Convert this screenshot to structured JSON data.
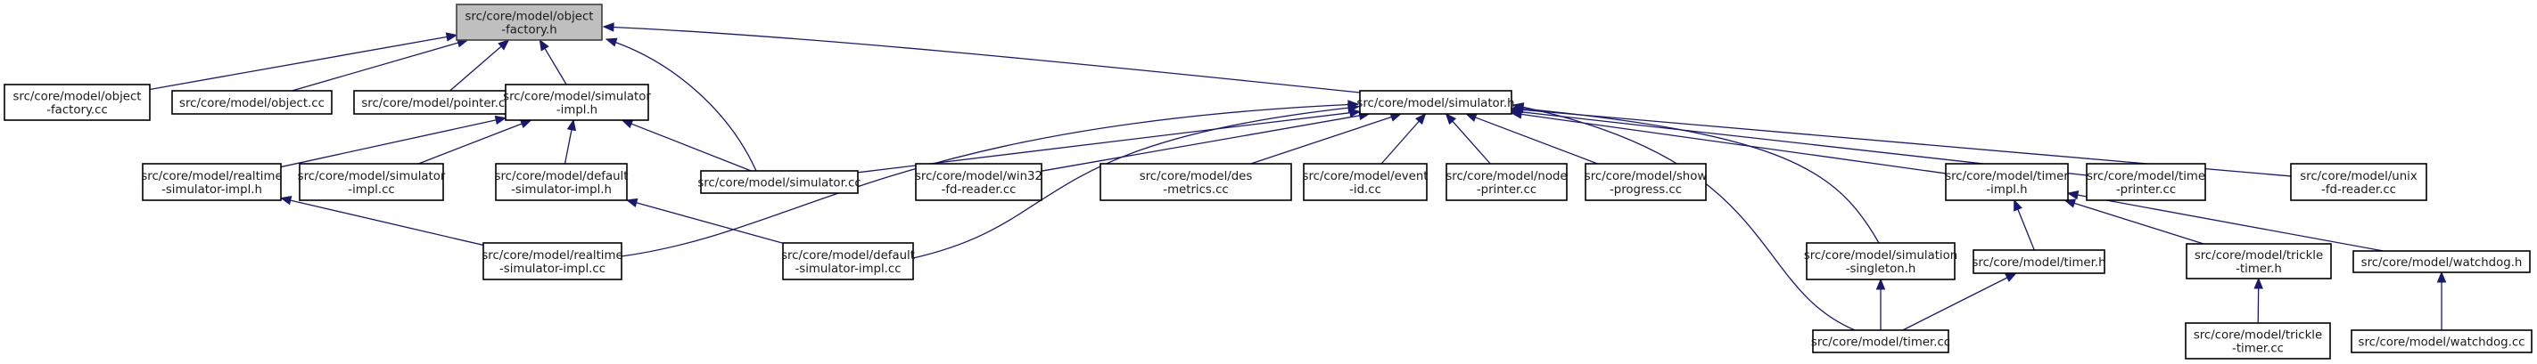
{
  "diagram": {
    "type": "include-dependency-graph",
    "focus_node": "object-factory.h",
    "colors": {
      "edge": "#191970",
      "focus_fill": "#bfbfbf",
      "node_fill": "#ffffff",
      "node_border": "#000000"
    },
    "nodes": [
      {
        "id": "object-factory.h",
        "lines": [
          "src/core/model/object",
          "-factory.h"
        ]
      },
      {
        "id": "object-factory.cc",
        "lines": [
          "src/core/model/object",
          "-factory.cc"
        ]
      },
      {
        "id": "object.cc",
        "lines": [
          "src/core/model/object.cc"
        ]
      },
      {
        "id": "pointer.cc",
        "lines": [
          "src/core/model/pointer.cc"
        ]
      },
      {
        "id": "simulator-impl.h",
        "lines": [
          "src/core/model/simulator",
          "-impl.h"
        ]
      },
      {
        "id": "simulator.h",
        "lines": [
          "src/core/model/simulator.h"
        ]
      },
      {
        "id": "realtime-simulator-impl.h",
        "lines": [
          "src/core/model/realtime",
          "-simulator-impl.h"
        ]
      },
      {
        "id": "simulator-impl.cc",
        "lines": [
          "src/core/model/simulator",
          "-impl.cc"
        ]
      },
      {
        "id": "default-simulator-impl.h",
        "lines": [
          "src/core/model/default",
          "-simulator-impl.h"
        ]
      },
      {
        "id": "simulator.cc",
        "lines": [
          "src/core/model/simulator.cc"
        ]
      },
      {
        "id": "win32-fd-reader.cc",
        "lines": [
          "src/core/model/win32",
          "-fd-reader.cc"
        ]
      },
      {
        "id": "des-metrics.cc",
        "lines": [
          "src/core/model/des",
          "-metrics.cc"
        ]
      },
      {
        "id": "event-id.cc",
        "lines": [
          "src/core/model/event",
          "-id.cc"
        ]
      },
      {
        "id": "node-printer.cc",
        "lines": [
          "src/core/model/node",
          "-printer.cc"
        ]
      },
      {
        "id": "show-progress.cc",
        "lines": [
          "src/core/model/show",
          "-progress.cc"
        ]
      },
      {
        "id": "timer-impl.h",
        "lines": [
          "src/core/model/timer",
          "-impl.h"
        ]
      },
      {
        "id": "time-printer.cc",
        "lines": [
          "src/core/model/time",
          "-printer.cc"
        ]
      },
      {
        "id": "unix-fd-reader.cc",
        "lines": [
          "src/core/model/unix",
          "-fd-reader.cc"
        ]
      },
      {
        "id": "realtime-simulator-impl.cc",
        "lines": [
          "src/core/model/realtime",
          "-simulator-impl.cc"
        ]
      },
      {
        "id": "default-simulator-impl.cc",
        "lines": [
          "src/core/model/default",
          "-simulator-impl.cc"
        ]
      },
      {
        "id": "simulation-singleton.h",
        "lines": [
          "src/core/model/simulation",
          "-singleton.h"
        ]
      },
      {
        "id": "timer.h",
        "lines": [
          "src/core/model/timer.h"
        ]
      },
      {
        "id": "trickle-timer.h",
        "lines": [
          "src/core/model/trickle",
          "-timer.h"
        ]
      },
      {
        "id": "watchdog.h",
        "lines": [
          "src/core/model/watchdog.h"
        ]
      },
      {
        "id": "timer.cc",
        "lines": [
          "src/core/model/timer.cc"
        ]
      },
      {
        "id": "trickle-timer.cc",
        "lines": [
          "src/core/model/trickle",
          "-timer.cc"
        ]
      },
      {
        "id": "watchdog.cc",
        "lines": [
          "src/core/model/watchdog.cc"
        ]
      }
    ],
    "edges": [
      {
        "from": "object-factory.cc",
        "to": "object-factory.h"
      },
      {
        "from": "object.cc",
        "to": "object-factory.h"
      },
      {
        "from": "pointer.cc",
        "to": "object-factory.h"
      },
      {
        "from": "simulator-impl.h",
        "to": "object-factory.h"
      },
      {
        "from": "simulator.cc",
        "to": "object-factory.h"
      },
      {
        "from": "simulator.h",
        "to": "object-factory.h"
      },
      {
        "from": "realtime-simulator-impl.h",
        "to": "simulator-impl.h"
      },
      {
        "from": "simulator-impl.cc",
        "to": "simulator-impl.h"
      },
      {
        "from": "default-simulator-impl.h",
        "to": "simulator-impl.h"
      },
      {
        "from": "simulator.cc",
        "to": "simulator-impl.h"
      },
      {
        "from": "realtime-simulator-impl.cc",
        "to": "realtime-simulator-impl.h"
      },
      {
        "from": "default-simulator-impl.cc",
        "to": "default-simulator-impl.h"
      },
      {
        "from": "simulator.cc",
        "to": "simulator.h"
      },
      {
        "from": "realtime-simulator-impl.cc",
        "to": "simulator.h"
      },
      {
        "from": "default-simulator-impl.cc",
        "to": "simulator.h"
      },
      {
        "from": "win32-fd-reader.cc",
        "to": "simulator.h"
      },
      {
        "from": "des-metrics.cc",
        "to": "simulator.h"
      },
      {
        "from": "event-id.cc",
        "to": "simulator.h"
      },
      {
        "from": "node-printer.cc",
        "to": "simulator.h"
      },
      {
        "from": "show-progress.cc",
        "to": "simulator.h"
      },
      {
        "from": "timer-impl.h",
        "to": "simulator.h"
      },
      {
        "from": "time-printer.cc",
        "to": "simulator.h"
      },
      {
        "from": "unix-fd-reader.cc",
        "to": "simulator.h"
      },
      {
        "from": "simulation-singleton.h",
        "to": "simulator.h"
      },
      {
        "from": "timer.cc",
        "to": "simulator.h"
      },
      {
        "from": "timer.h",
        "to": "timer-impl.h"
      },
      {
        "from": "trickle-timer.h",
        "to": "timer-impl.h"
      },
      {
        "from": "watchdog.h",
        "to": "timer-impl.h"
      },
      {
        "from": "timer.cc",
        "to": "simulation-singleton.h"
      },
      {
        "from": "timer.cc",
        "to": "timer.h"
      },
      {
        "from": "trickle-timer.cc",
        "to": "trickle-timer.h"
      },
      {
        "from": "watchdog.cc",
        "to": "watchdog.h"
      }
    ]
  }
}
